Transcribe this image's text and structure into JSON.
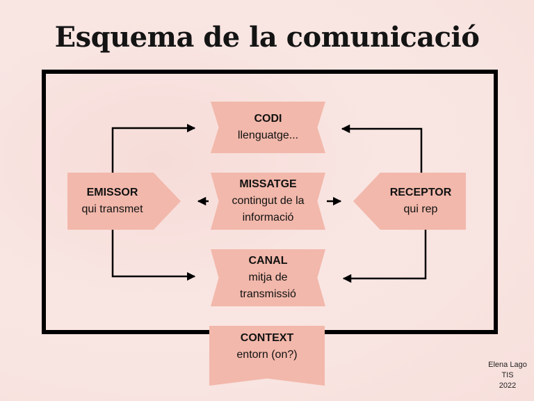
{
  "title": "Esquema de la comunicació",
  "nodes": {
    "codi": {
      "head": "CODI",
      "sub": "llenguatge..."
    },
    "missatge": {
      "head": "MISSATGE",
      "sub": "contingut de la informació"
    },
    "canal": {
      "head": "CANAL",
      "sub": "mitja de transmissió"
    },
    "emissor": {
      "head": "EMISSOR",
      "sub": "qui transmet"
    },
    "receptor": {
      "head": "RECEPTOR",
      "sub": "qui rep"
    },
    "context": {
      "head": "CONTEXT",
      "sub": "entorn (on?)"
    }
  },
  "signature": {
    "name": "Elena Lago",
    "group": "TIS",
    "year": "2022"
  },
  "colors": {
    "shape_fill": "#f2b8ab",
    "frame": "#000000",
    "background": "#f8e2de"
  }
}
